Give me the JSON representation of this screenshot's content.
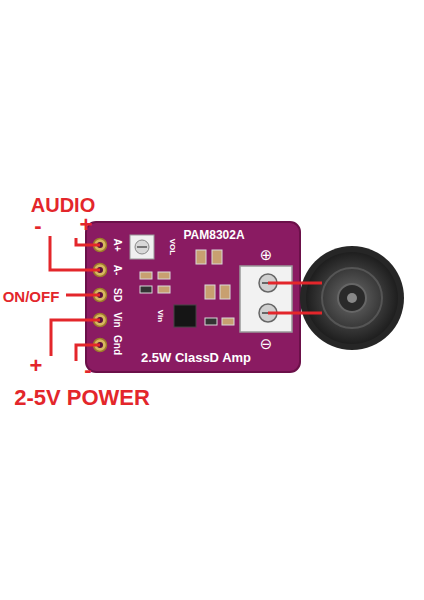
{
  "diagram": {
    "labels": [
      "AUDIO",
      "-",
      "+",
      "ON/OFF",
      "+",
      "-",
      "2-5V POWER",
      "PAM8302A",
      "A+",
      "A-",
      "SD",
      "Vin",
      "Gnd",
      "VOL",
      "Vin",
      "2.5W ClassD Amp",
      "⊕",
      "⊖"
    ]
  }
}
